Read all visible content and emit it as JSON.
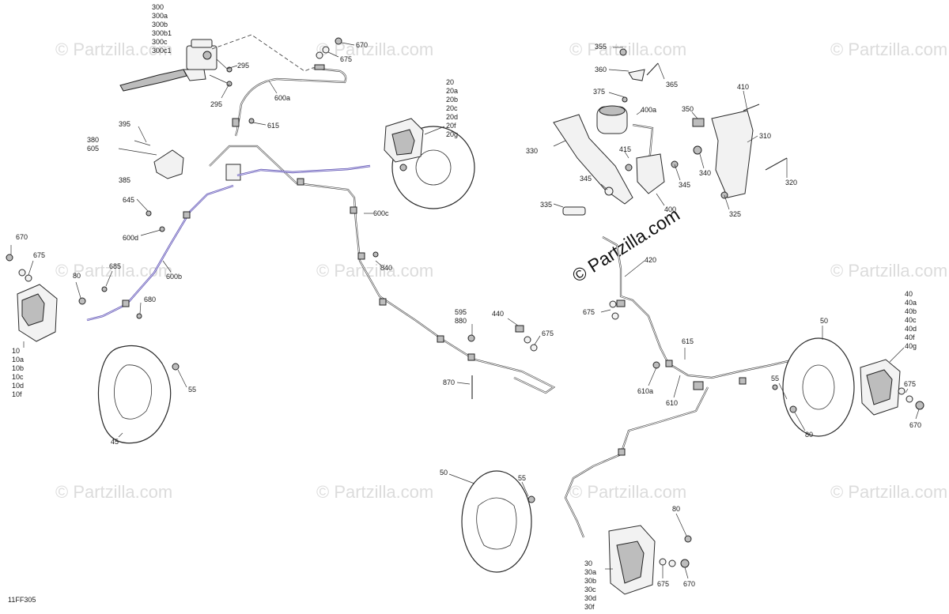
{
  "diagram": {
    "code": "11FF305",
    "watermark_small": "© Partzilla.com",
    "watermark_large": "© Partzilla.com"
  },
  "callouts": {
    "c300": "300",
    "c300a": "300a",
    "c300b": "300b",
    "c300b1": "300b1",
    "c300c": "300c",
    "c300c1": "300c1",
    "c295a": "295",
    "c295b": "295",
    "c670a": "670",
    "c675a": "675",
    "c600a": "600a",
    "c615a": "615",
    "c20": "20",
    "c20a": "20a",
    "c20b": "20b",
    "c20c": "20c",
    "c20d": "20d",
    "c20f": "20f",
    "c20g": "20g",
    "c395": "395",
    "c380": "380",
    "c605": "605",
    "c385": "385",
    "c645": "645",
    "c600d": "600d",
    "c600b": "600b",
    "c600c": "600c",
    "c840": "840",
    "c670b": "670",
    "c675b": "675",
    "c80a": "80",
    "c685": "685",
    "c680": "680",
    "c10": "10",
    "c10a": "10a",
    "c10b": "10b",
    "c10c": "10c",
    "c10d": "10d",
    "c10f": "10f",
    "c55a": "55",
    "c45": "45",
    "c595": "595",
    "c880": "880",
    "c440": "440",
    "c675c": "675",
    "c870": "870",
    "c355": "355",
    "c360": "360",
    "c365": "365",
    "c375": "375",
    "c400a": "400a",
    "c350": "350",
    "c410": "410",
    "c330": "330",
    "c415": "415",
    "c310": "310",
    "c340": "340",
    "c345a": "345",
    "c345b": "345",
    "c320": "320",
    "c335": "335",
    "c400": "400",
    "c325": "325",
    "c420": "420",
    "c675d": "675",
    "c615b": "615",
    "c610a": "610a",
    "c610": "610",
    "c50a": "50",
    "c40": "40",
    "c40a": "40a",
    "c40b": "40b",
    "c40c": "40c",
    "c40d": "40d",
    "c40f": "40f",
    "c40g": "40g",
    "c55b": "55",
    "c675e": "675",
    "c80b": "80",
    "c670c": "670",
    "c50b": "50",
    "c55c": "55",
    "c80c": "80",
    "c30": "30",
    "c30a": "30a",
    "c30b": "30b",
    "c30c": "30c",
    "c30d": "30d",
    "c30f": "30f",
    "c675f": "675",
    "c670d": "670"
  }
}
